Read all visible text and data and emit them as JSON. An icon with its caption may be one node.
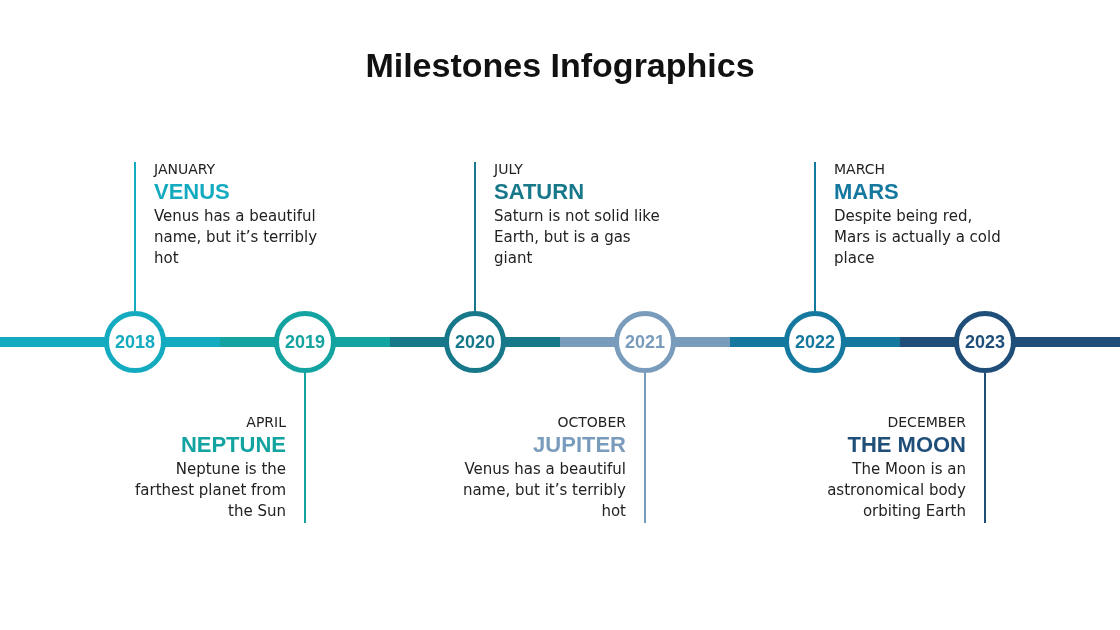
{
  "diagram": {
    "title": "Milestones Infographics",
    "nodes": [
      {
        "text": [
          "2018"
        ]
      },
      {
        "text": [
          "2019"
        ]
      },
      {
        "text": [
          "2020"
        ]
      },
      {
        "text": [
          "2021"
        ]
      },
      {
        "text": [
          "2022"
        ]
      },
      {
        "text": [
          "2023"
        ]
      },
      {
        "text": [
          "JANUARY",
          "VENUS",
          "Venus has a beautiful name, but it’s terribly hot"
        ]
      },
      {
        "text": [
          "APRIL",
          "NEPTUNE",
          "Neptune is the farthest planet from the Sun"
        ]
      },
      {
        "text": [
          "JULY",
          "SATURN",
          "Saturn is not solid like Earth, but is a gas giant"
        ]
      },
      {
        "text": [
          "OCTOBER",
          "JUPITER",
          "Venus has a beautiful name, but it’s terribly hot"
        ]
      },
      {
        "text": [
          "MARCH",
          "MARS",
          "Despite being red, Mars is actually a cold place"
        ]
      },
      {
        "text": [
          "DECEMBER",
          "THE MOON",
          "The Moon is an astronomical body orbiting Earth"
        ]
      }
    ],
    "edges": [
      {
        "from": 0,
        "to": 6,
        "arrow": "none",
        "color": "#14abc0"
      },
      {
        "from": 1,
        "to": 7,
        "arrow": "none",
        "color": "#13a3a0"
      },
      {
        "from": 2,
        "to": 8,
        "arrow": "none",
        "color": "#17788a"
      },
      {
        "from": 3,
        "to": 9,
        "arrow": "none",
        "color": "#7a9cbc"
      },
      {
        "from": 4,
        "to": 10,
        "arrow": "none",
        "color": "#15789f"
      },
      {
        "from": 5,
        "to": 11,
        "arrow": "none",
        "color": "#1f4e79"
      }
    ]
  }
}
